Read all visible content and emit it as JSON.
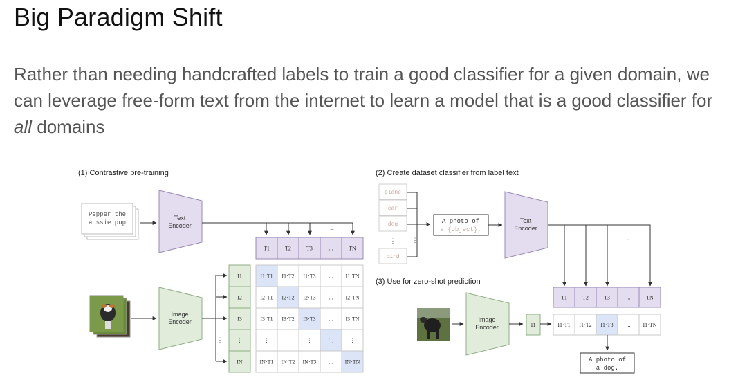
{
  "slide": {
    "title": "Big Paradigm Shift",
    "body_part1": "Rather than needing handcrafted labels to train a good classifier for a given domain, we can leverage free-form text from the internet to learn a model that is a good classifier for ",
    "body_emph": "all",
    "body_part2": " domains"
  },
  "figure": {
    "section1_title": "(1) Contrastive pre-training",
    "section2_title": "(2) Create dataset classifier from label text",
    "section3_title": "(3) Use for zero-shot prediction",
    "caption_line1": "Pepper the",
    "caption_line2": "aussie pup",
    "text_encoder_line1": "Text",
    "text_encoder_line2": "Encoder",
    "image_encoder_line1": "Image",
    "image_encoder_line2": "Encoder",
    "text_tokens": [
      "T1",
      "T2",
      "T3",
      "...",
      "TN"
    ],
    "image_tokens": [
      "I1",
      "I2",
      "I3",
      "⋮",
      "IN"
    ],
    "matrix": [
      [
        "I1·T1",
        "I1·T2",
        "I1·T3",
        "...",
        "I1·TN"
      ],
      [
        "I2·T1",
        "I2·T2",
        "I2·T3",
        "...",
        "I2·TN"
      ],
      [
        "I3·T1",
        "I3·T2",
        "I3·T3",
        "...",
        "I3·TN"
      ],
      [
        "⋮",
        "⋮",
        "⋮",
        "⋱",
        "⋮"
      ],
      [
        "IN·T1",
        "IN·T2",
        "IN·T3",
        "...",
        "IN·TN"
      ]
    ],
    "labels": [
      "plane",
      "car",
      "dog",
      "⋮",
      "bird"
    ],
    "prompt_line1": "A photo of",
    "prompt_line2": "a {object}.",
    "zs_text_tokens": [
      "T1",
      "T2",
      "T3",
      "...",
      "TN"
    ],
    "zs_image_token": "I1",
    "zs_scores": [
      "I1·T1",
      "I1·T2",
      "I1·T3",
      "...",
      "I1·TN"
    ],
    "result_line1": "A photo of",
    "result_line2": "a dog.",
    "colors": {
      "text_encoder_fill": "#e4dcef",
      "text_encoder_stroke": "#9a88b4",
      "image_encoder_fill": "#e1ecdb",
      "image_encoder_stroke": "#8fae84",
      "highlight": "#dce5f8",
      "label_text": "#c9aaa6"
    }
  }
}
